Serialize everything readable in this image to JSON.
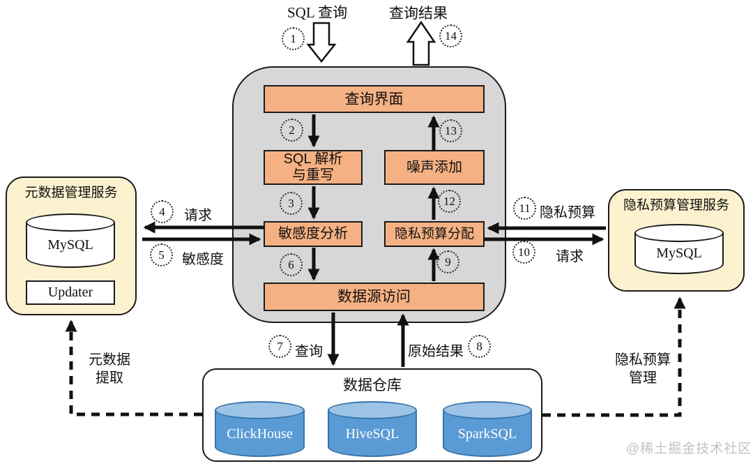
{
  "top": {
    "sql_query": "SQL 查询",
    "query_result": "查询结果",
    "step_in": "1",
    "step_out": "14"
  },
  "engine": {
    "query_interface": "查询界面",
    "sql_parse_l1": "SQL 解析",
    "sql_parse_l2": "与重写",
    "noise_addition": "噪声添加",
    "sensitivity_analysis": "敏感度分析",
    "budget_allocation": "隐私预算分配",
    "data_source_access": "数据源访问",
    "step2": "2",
    "step3": "3",
    "step6": "6",
    "step13": "13",
    "step12": "12",
    "step9": "9"
  },
  "metadata_service": {
    "title": "元数据管理服务",
    "database": "MySQL",
    "updater": "Updater",
    "step4": "4",
    "request_label": "请求",
    "step5": "5",
    "sensitivity_label": "敏感度",
    "extract_l1": "元数据",
    "extract_l2": "提取"
  },
  "budget_service": {
    "title": "隐私预算管理服务",
    "database": "MySQL",
    "step11": "11",
    "budget_label": "隐私预算",
    "step10": "10",
    "request_label": "请求",
    "manage_l1": "隐私预算",
    "manage_l2": "管理"
  },
  "warehouse": {
    "title": "数据仓库",
    "step7": "7",
    "query_label": "查询",
    "raw_result_label": "原始结果",
    "step8": "8",
    "databases": [
      "ClickHouse",
      "HiveSQL",
      "SparkSQL"
    ]
  },
  "watermark": "@稀土掘金技术社区",
  "colors": {
    "module_fill": "#f5b183",
    "engine_bg": "#d7d7d7",
    "service_fill": "#fdf2cf",
    "db_blue": "#5b9bd5",
    "db_blue_top": "#9cc3e5",
    "db_blue_border": "#3a73a9",
    "outline": "#1a1a1a"
  }
}
